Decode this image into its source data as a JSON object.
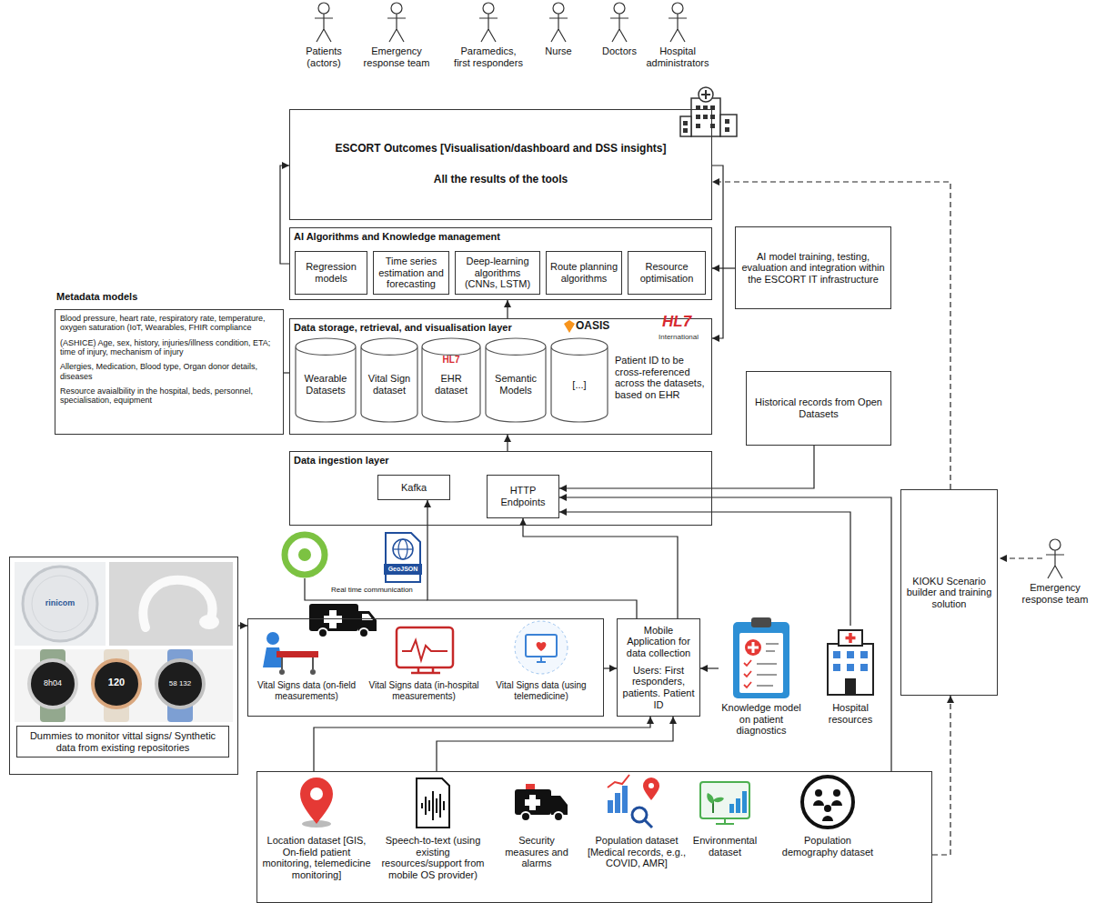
{
  "diagram": {
    "nodes": [
      {
        "text": [
          "ESCORT Outcomes [Visualisation/dashboard and DSS insights]",
          "All the results of the tools"
        ]
      },
      {
        "text": [
          "AI Algorithms and Knowledge management"
        ]
      },
      {
        "text": [
          "Regression models"
        ],
        "in": 1
      },
      {
        "text": [
          "Time series estimation and forecasting"
        ],
        "in": 1
      },
      {
        "text": [
          "Deep-learning algorithms (CNNs, LSTM)"
        ],
        "in": 1
      },
      {
        "text": [
          "Route planning algorithms"
        ],
        "in": 1
      },
      {
        "text": [
          "Resource optimisation"
        ],
        "in": 1
      },
      {
        "text": [
          "AI model training, testing, evaluation and integration within the ESCORT IT infrastructure"
        ]
      },
      {
        "text": [
          "Metadata models",
          "Blood pressure, heart rate, respiratory rate, temperature, oxygen saturation (IoT, Wearables, FHIR compliance",
          "(ASHICE) Age, sex, history, injuries/illness condition, ETA; time of injury, mechanism of injury",
          "Allergies, Medication, Blood type, Organ donor details, diseases",
          "Resource avaialbility in the hospital, beds, personnel, specialisation, equipment"
        ]
      },
      {
        "text": [
          "Data storage, retrieval, and visualisation layer",
          "Patient ID to be cross-referenced across the datasets, based on EHR"
        ]
      },
      {
        "text": [
          "Wearable Datasets"
        ],
        "in": 9
      },
      {
        "text": [
          "Vital Sign dataset"
        ],
        "in": 9
      },
      {
        "text": [
          "EHR dataset"
        ],
        "in": 9
      },
      {
        "text": [
          "Semantic Models"
        ],
        "in": 9
      },
      {
        "text": [
          "[...]"
        ],
        "in": 9
      },
      {
        "text": [
          "Historical records from Open Datasets"
        ]
      },
      {
        "text": [
          "Data ingestion layer"
        ]
      },
      {
        "text": [
          "Kafka"
        ],
        "in": 16
      },
      {
        "text": [
          "HTTP Endpoints"
        ],
        "in": 16
      },
      {
        "text": [
          "KIOKU Scenario builder and training solution"
        ]
      },
      {
        "text": [
          "Dummies to monitor vittal signs/ Synthetic data from existing repositories"
        ]
      },
      {
        "text": [
          "Vital Signs data (on-field measurements)",
          "Vital Signs data (in-hospital measurements)",
          "Vital Signs data (using telemedicine)"
        ]
      },
      {
        "text": [
          "Mobile Application for data collection",
          "Users: First responders, patients. Patient ID"
        ]
      },
      {
        "text": [
          "Knowledge model on patient diagnostics"
        ]
      },
      {
        "text": [
          "Hospital resources"
        ]
      },
      {
        "text": [
          "Location dataset [GIS, On-field patient monitoring, telemedicine monitoring]",
          "Speech-to-text (using existing resources/support from mobile OS provider)",
          "Security measures and alarms",
          "Population dataset [Medical records, e.g., COVID, AMR]",
          "Environmental dataset",
          "Population demography dataset"
        ]
      }
    ],
    "edges": [
      {
        "from": 1,
        "to": 0,
        "arrow": "to"
      },
      {
        "from": 0,
        "to": 9,
        "arrow": "to"
      },
      {
        "from": 7,
        "to": 1,
        "arrow": "to"
      },
      {
        "from": 9,
        "to": 1,
        "arrow": "to"
      },
      {
        "from": 16,
        "to": 9,
        "arrow": "to"
      },
      {
        "from": 8,
        "to": 9,
        "arrow": "none"
      },
      {
        "from": 15,
        "to": 18,
        "arrow": "to"
      },
      {
        "from": 22,
        "to": 17,
        "arrow": "to"
      },
      {
        "from": 22,
        "to": 18,
        "arrow": "to"
      },
      {
        "from": 23,
        "to": 22,
        "arrow": "to"
      },
      {
        "from": 24,
        "to": 18,
        "arrow": "to"
      },
      {
        "from": 25,
        "to": 18,
        "arrow": "to"
      },
      {
        "from": 20,
        "to": 21,
        "arrow": "to"
      },
      {
        "from": 21,
        "to": 22,
        "arrow": "to"
      },
      {
        "from": 25,
        "to": 22,
        "arrow": "to"
      },
      {
        "from": 25,
        "to": 22,
        "arrow": "to"
      },
      {
        "from": 25,
        "to": 19,
        "arrow": "to"
      },
      {
        "from": 19,
        "to": 0,
        "arrow": "to"
      }
    ],
    "labels": [
      "Patients (actors)",
      "Emergency response team",
      "Paramedics, first responders",
      "Nurse",
      "Doctors",
      "Hospital administrators",
      "Emergency response team",
      "Real time communication",
      "GeoJSON",
      "OASIS",
      "HL7",
      "International",
      "HL7",
      "rinicom",
      "8h04",
      "120",
      "58 132"
    ]
  }
}
